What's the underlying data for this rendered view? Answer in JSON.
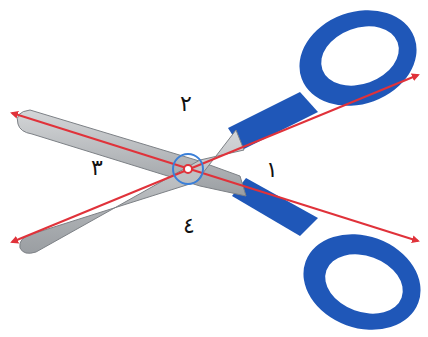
{
  "diagram": {
    "labels": [
      "٢",
      "٣",
      "١",
      "٤"
    ]
  }
}
